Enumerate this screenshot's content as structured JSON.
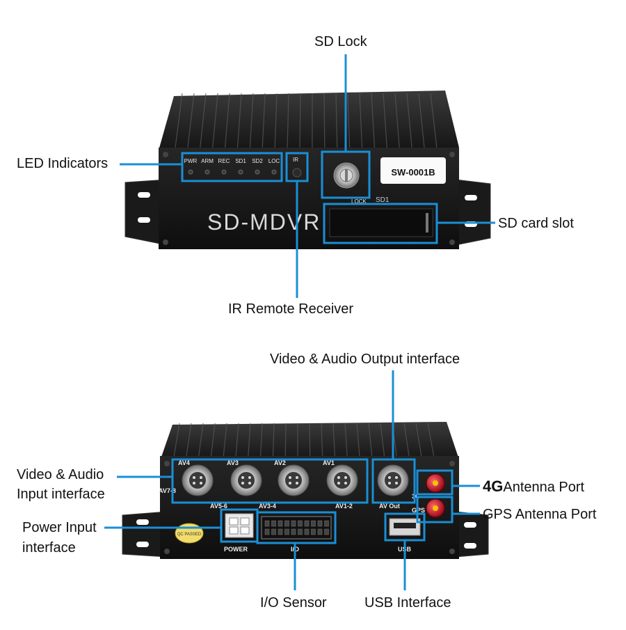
{
  "front_panel": {
    "brand_text": "SD-MDVR",
    "serial_label": "SW-0001B",
    "led_labels": [
      "PWR",
      "ARM",
      "REC",
      "SD1",
      "SD2",
      "LOC"
    ],
    "ir_label": "IR",
    "lock_text": "LOCK",
    "sd_slot_text": "SD1"
  },
  "rear_panel": {
    "port_labels_top": [
      "AV4",
      "AV3",
      "AV2",
      "AV1"
    ],
    "port_labels_bottom": [
      "AV7-8",
      "AV5-6",
      "AV3-4",
      "AV1-2"
    ],
    "av_out_label": "AV Out",
    "power_label": "POWER",
    "io_label": "I/O",
    "usb_label": "USB",
    "antenna_labels": [
      "3G",
      "GPS"
    ],
    "qc_sticker": "QC PASSED"
  },
  "callouts": {
    "sd_lock": "SD Lock",
    "led_indicators": "LED Indicators",
    "sd_card_slot": "SD card slot",
    "ir_receiver": "IR Remote Receiver",
    "video_audio_output": "Video & Audio Output interface",
    "video_audio_input_line1": "Video & Audio",
    "video_audio_input_line2": "Input interface",
    "antenna_4g_bold": "4G",
    "antenna_4g_rest": "Antenna Port",
    "gps_antenna": "GPS Antenna Port",
    "power_input_line1": "Power Input",
    "power_input_line2": "interface",
    "io_sensor": "I/O Sensor",
    "usb_interface": "USB Interface"
  },
  "colors": {
    "callout_line": "#1a8fd6",
    "device_body": "#1c1c1c",
    "antenna_red": "#c8102e"
  }
}
